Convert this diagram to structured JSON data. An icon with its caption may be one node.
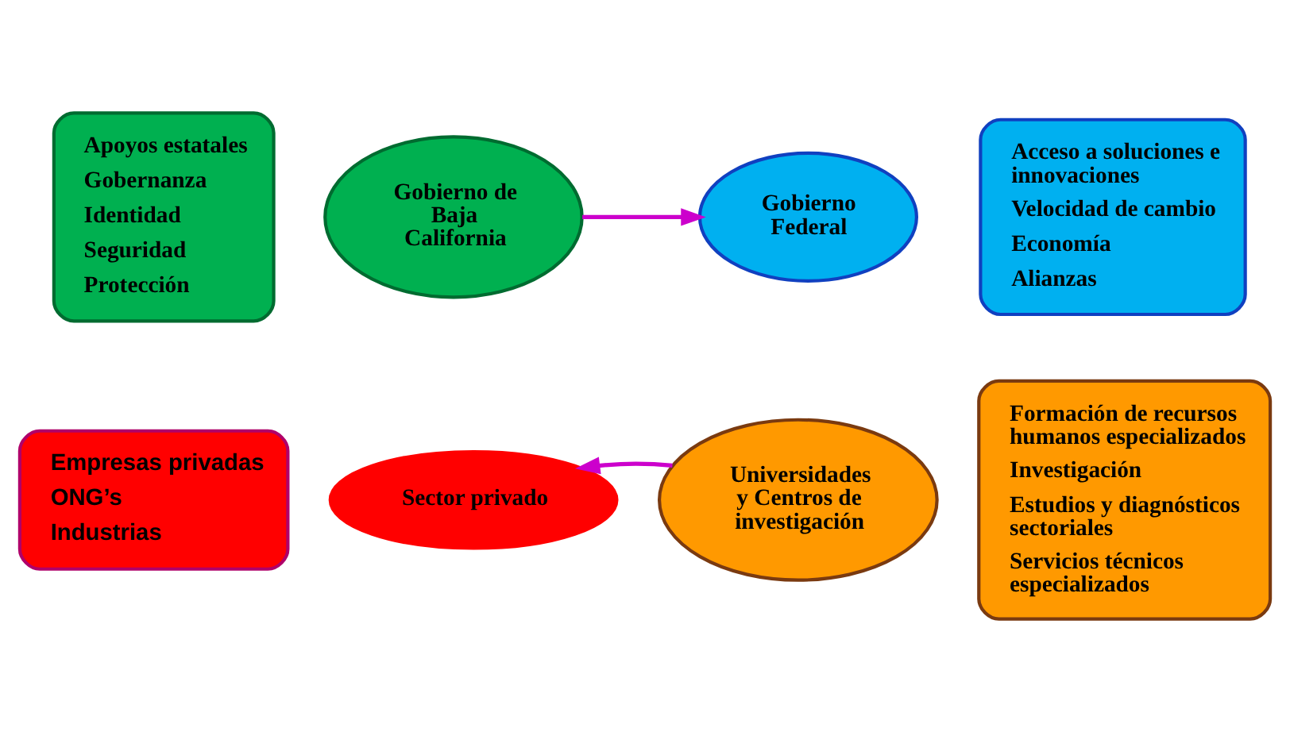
{
  "diagram": {
    "nodes": [
      {
        "text": [
          "Apoyos estatales",
          "Gobernanza",
          "Identidad",
          "Seguridad",
          "Protección"
        ]
      },
      {
        "text": [
          "Gobierno de Baja California"
        ]
      },
      {
        "text": [
          "Gobierno Federal"
        ]
      },
      {
        "text": [
          "Acceso a soluciones e innovaciones",
          "Velocidad de cambio",
          "Economía",
          "Alianzas"
        ]
      },
      {
        "text": [
          "Sector privado"
        ]
      },
      {
        "text": [
          "Universidades y Centros de investigación"
        ]
      },
      {
        "text": [
          "Formación de recursos humanos especializados",
          "Investigación",
          "Estudios y diagnósticos sectoriales",
          "Servicios técnicos especializados"
        ]
      },
      {
        "text": [
          "Empresas privadas",
          "ONG’s",
          "Industrias"
        ]
      }
    ],
    "edges": [
      {
        "from": 1,
        "to": 2,
        "arrow": "to",
        "color": "#cc00cc"
      },
      {
        "from": 5,
        "to": 4,
        "arrow": "to",
        "color": "#cc00cc"
      }
    ]
  }
}
